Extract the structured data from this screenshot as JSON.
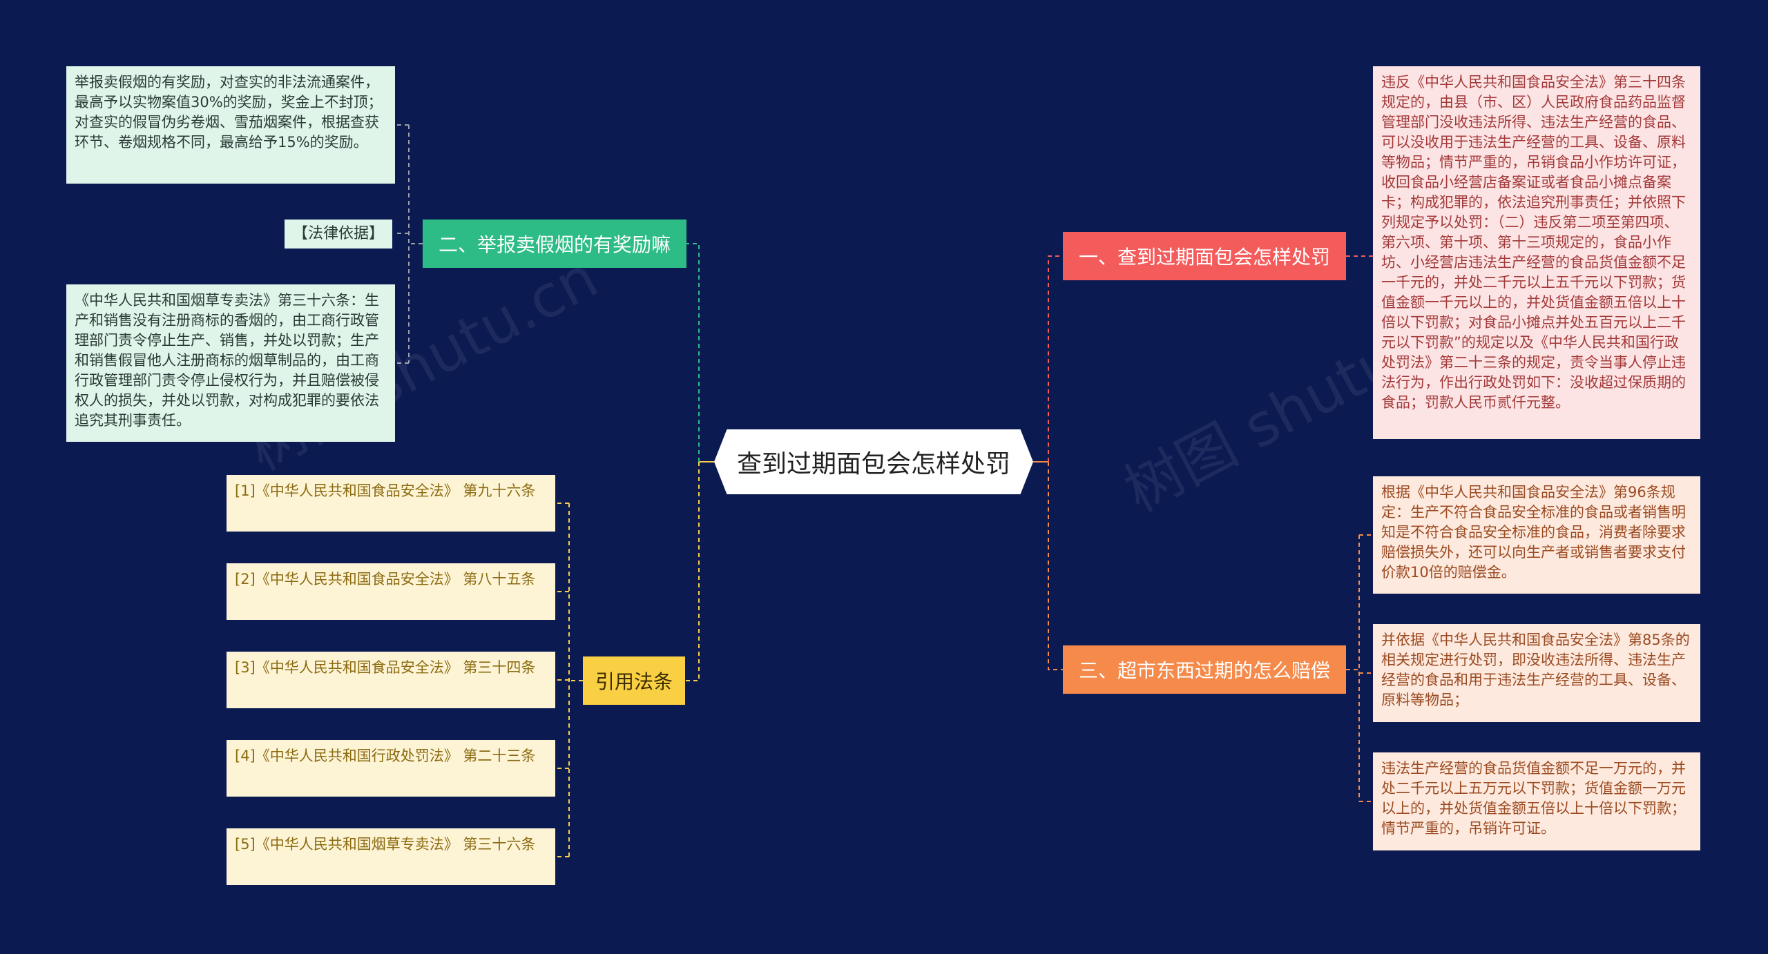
{
  "center": {
    "title": "查到过期面包会怎样处罚"
  },
  "branches": {
    "b1": "一、查到过期面包会怎样处罚",
    "b2": "二、举报卖假烟的有奖励嘛",
    "b3": "三、超市东西过期的怎么赔偿",
    "b4": "引用法条"
  },
  "right_leaves": {
    "r1": "违反《中华人民共和国食品安全法》第三十四条规定的，由县（市、区）人民政府食品药品监督管理部门没收违法所得、违法生产经营的食品、可以没收用于违法生产经营的工具、设备、原料等物品；情节严重的，吊销食品小作坊许可证，收回食品小经营店备案证或者食品小摊点备案卡；构成犯罪的，依法追究刑事责任；并依照下列规定予以处罚：（二）违反第二项至第四项、第六项、第十项、第十三项规定的，食品小作坊、小经营店违法生产经营的食品货值金额不足一千元的，并处二千元以上五千元以下罚款；货值金额一千元以上的，并处货值金额五倍以上十倍以下罚款；对食品小摊点并处五百元以上二千元以下罚款”的规定以及《中华人民共和国行政处罚法》第二十三条的规定，责令当事人停止违法行为，作出行政处罚如下：没收超过保质期的食品；罚款人民币贰仟元整。",
    "r2": "根据《中华人民共和国食品安全法》第96条规定：生产不符合食品安全标准的食品或者销售明知是不符合食品安全标准的食品，消费者除要求赔偿损失外，还可以向生产者或销售者要求支付价款10倍的赔偿金。",
    "r3": "并依据《中华人民共和国食品安全法》第85条的相关规定进行处罚，即没收违法所得、违法生产经营的食品和用于违法生产经营的工具、设备、原料等物品；",
    "r4": "违法生产经营的食品货值金额不足一万元的，并处二千元以上五万元以下罚款；货值金额一万元以上的，并处货值金额五倍以上十倍以下罚款；情节严重的，吊销许可证。"
  },
  "left_leaves": {
    "l1": "举报卖假烟的有奖励，对查实的非法流通案件，最高予以实物案值30%的奖励，奖金上不封顶；对查实的假冒伪劣卷烟、雪茄烟案件，根据查获环节、卷烟规格不同，最高给予15%的奖励。",
    "l2": "【法律依据】",
    "l3": "《中华人民共和国烟草专卖法》第三十六条：生产和销售没有注册商标的香烟的，由工商行政管理部门责令停止生产、销售，并处以罚款；生产和销售假冒他人注册商标的烟草制品的，由工商行政管理部门责令停止侵权行为，并且赔偿被侵权人的损失，并处以罚款，对构成犯罪的要依法追究其刑事责任。"
  },
  "citations": [
    "[1]《中华人民共和国食品安全法》 第九十六条",
    "[2]《中华人民共和国食品安全法》 第八十五条",
    "[3]《中华人民共和国食品安全法》 第三十四条",
    "[4]《中华人民共和国行政处罚法》 第二十三条",
    "[5]《中华人民共和国烟草专卖法》 第三十六条"
  ],
  "watermark": "树图 shutu.cn",
  "colors": {
    "background": "#0c1a52",
    "branch1": "#f45b5b",
    "branch2": "#2dbb86",
    "branch3": "#f58a4b",
    "branch4": "#f9cf43"
  }
}
